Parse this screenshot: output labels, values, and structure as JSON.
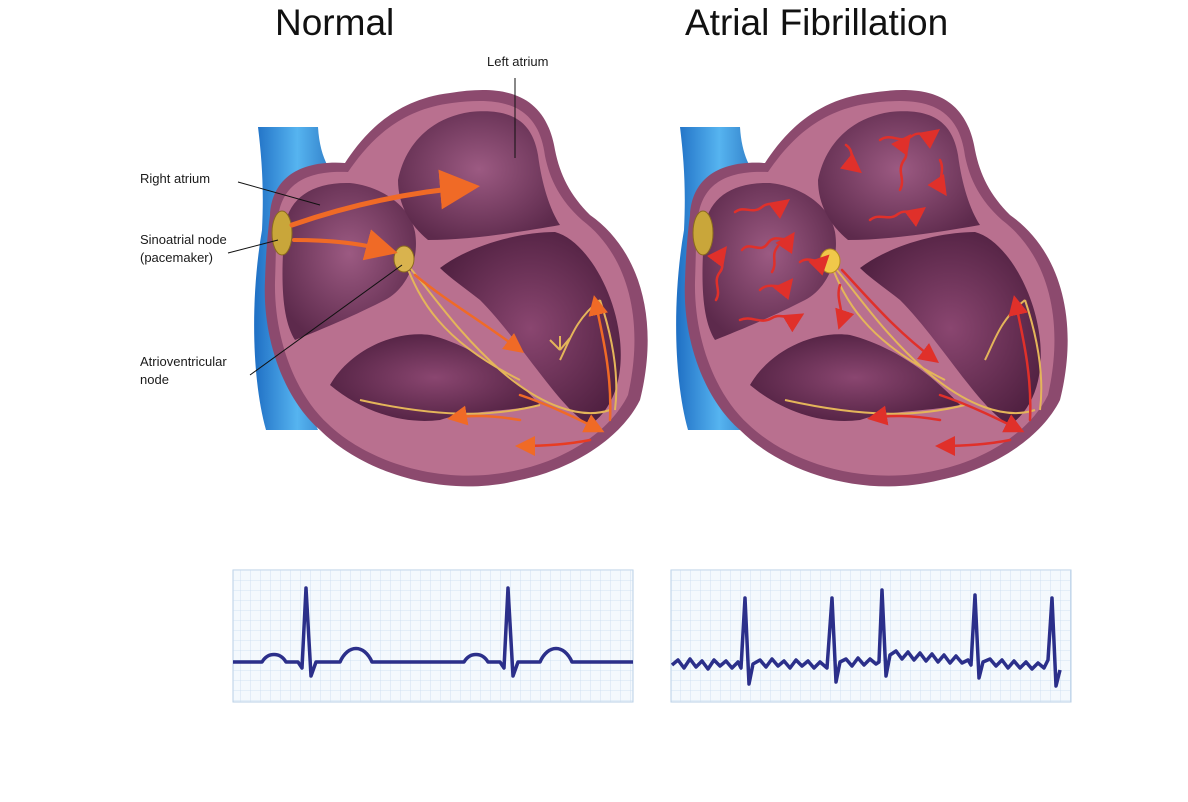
{
  "titles": {
    "normal": "Normal",
    "afib": "Atrial Fibrillation"
  },
  "labels": {
    "left_atrium": "Left atrium",
    "right_atrium": "Right atrium",
    "sa_node_line1": "Sinoatrial node",
    "sa_node_line2": "(pacemaker)",
    "av_node_line1": "Atrioventricular",
    "av_node_line2": "node"
  },
  "colors": {
    "heart_outer": "#8c4a6e",
    "heart_wall": "#b9708f",
    "chamber": "#6a2f55",
    "vessel": "#2a86d6",
    "node": "#c9a63a",
    "signal_arrow": "#f06a26",
    "fib_arrow": "#e0302a",
    "conduction": "#e4b55a",
    "ecg_line": "#2b2f8a",
    "ecg_grid": "#bcd3ea"
  },
  "icons": {
    "node": "node-dot-icon",
    "arrow": "signal-arrow-icon"
  }
}
